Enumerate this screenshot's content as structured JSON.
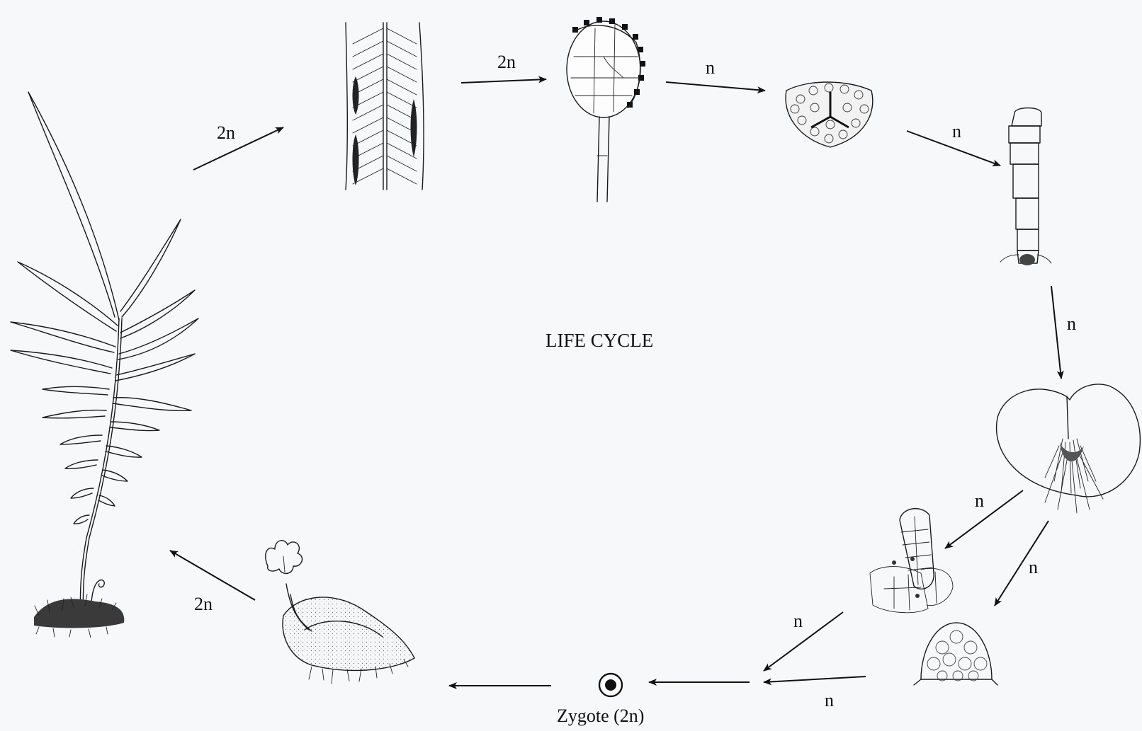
{
  "diagram": {
    "title": "LIFE CYCLE",
    "zygote_label": "Zygote (2n)",
    "arrow_labels": {
      "sporophyte_to_pinna": "2n",
      "pinna_to_sporangium": "2n",
      "sporangium_to_spore": "n",
      "spore_to_filament": "n",
      "filament_to_prothallus": "n",
      "prothallus_to_antheridium": "n",
      "prothallus_to_archegonium": "n",
      "antheridium_to_fertilization": "n",
      "archegonium_to_fertilization": "n",
      "young_sporophyte_to_adult": "2n"
    }
  }
}
